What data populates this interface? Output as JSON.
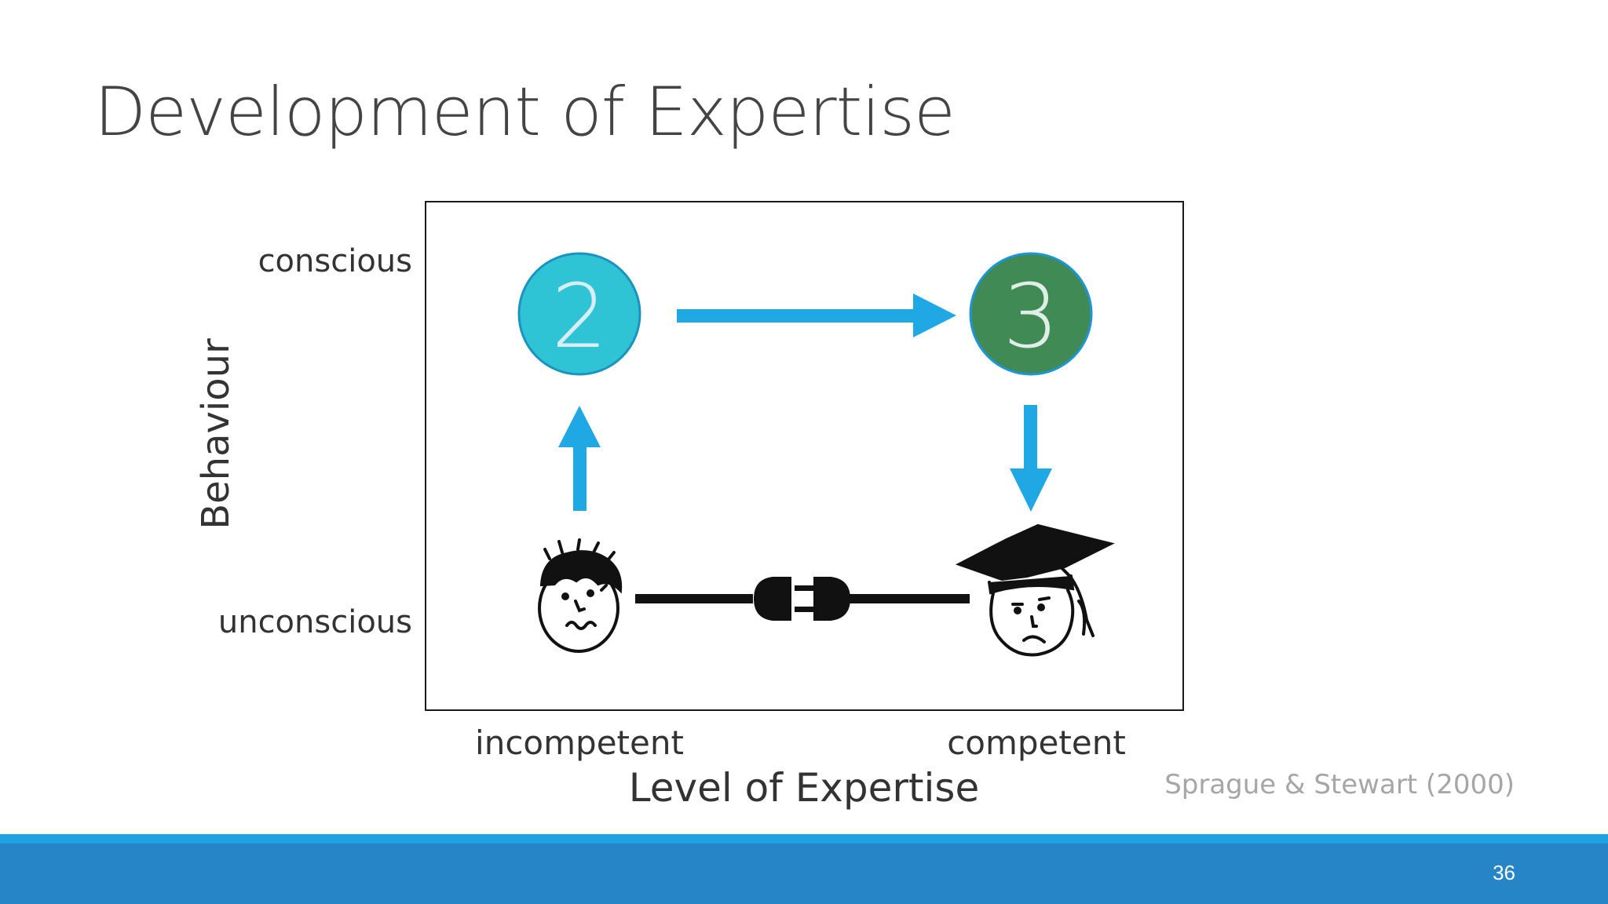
{
  "slide": {
    "title": "Development of Expertise",
    "citation": "Sprague & Stewart (2000)",
    "page_number": "36"
  },
  "diagram": {
    "y_axis_label": "Behaviour",
    "x_axis_label": "Level of Expertise",
    "y_ticks": {
      "top": "conscious",
      "bottom": "unconscious"
    },
    "x_ticks": {
      "left": "incompetent",
      "right": "competent"
    },
    "nodes": [
      {
        "id": "2",
        "label": "2",
        "fill": "#2ec4d6",
        "stroke": "#1a93c0",
        "text_color": "#d8eef6"
      },
      {
        "id": "3",
        "label": "3",
        "fill": "#3f8a55",
        "stroke": "#1f95d4",
        "text_color": "#dfeee6"
      }
    ],
    "arrow_color": "#1fa8e3",
    "icons": [
      "worried-face-icon",
      "plug-connector-icon",
      "graduate-face-icon"
    ]
  }
}
